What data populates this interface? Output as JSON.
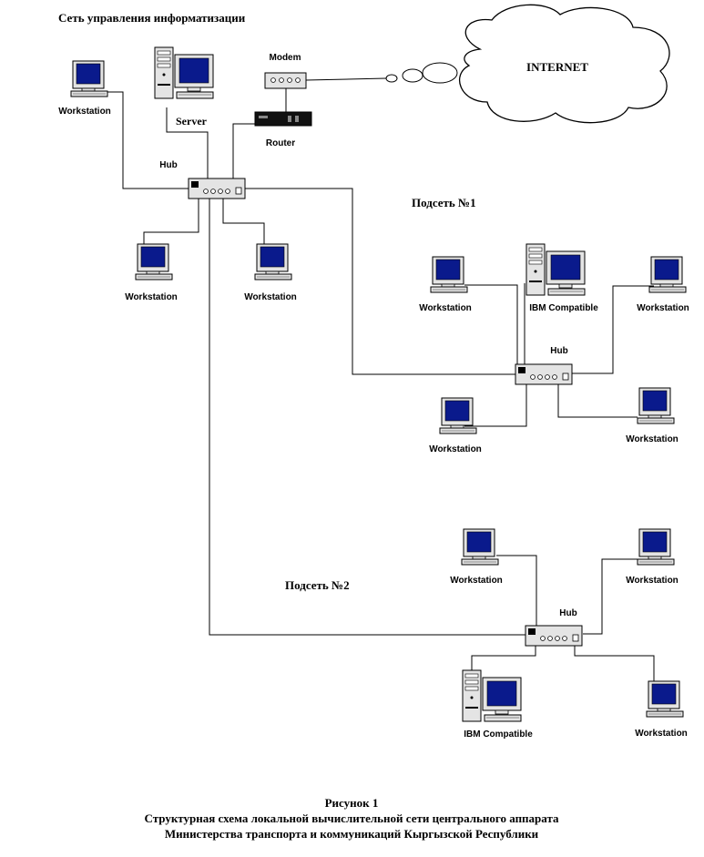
{
  "title": "Сеть управления информатизации",
  "internet": "INTERNET",
  "modem": "Modem",
  "router": "Router",
  "server": "Server",
  "hub": "Hub",
  "workstation": "Workstation",
  "ibm_compatible": "IBM Compatible",
  "subnet1": "Подсеть №1",
  "subnet2": "Подсеть №2",
  "caption": {
    "line1": "Рисунок 1",
    "line2": "Структурная схема локальной вычислительной сети центрального аппарата",
    "line3": "Министерства транспорта и коммуникаций Кыргызской Республики"
  },
  "colors": {
    "screen": "#0a1a8c",
    "device": "#e4e4e4",
    "router": "#111111"
  }
}
